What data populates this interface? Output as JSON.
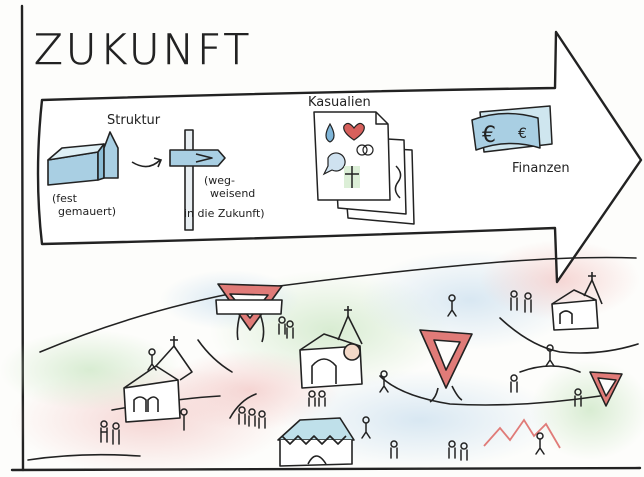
{
  "title": "ZUKUNFT",
  "arrow": {
    "struktur": "Struktur",
    "fest_1": "(fest",
    "fest_2": "gemauert)",
    "weg_1": "(weg-",
    "weg_2": "weisend",
    "weg_3": "in die Zukunft)",
    "kasualien": "Kasualien",
    "finanzen": "Finanzen"
  },
  "colors": {
    "ink": "#222222",
    "sign_red": "#e07b78",
    "church_blue": "#a9cfe3",
    "tent_blue": "#bfe0ea",
    "money_blue": "#cfe6ef",
    "drop_blue": "#7fb5d8",
    "heart_red": "#d7605c",
    "cross_green": "#cde8c6"
  },
  "icons": [
    "church-icon",
    "cross-signpost-icon",
    "document-icon",
    "banknote-icon",
    "red-triangle-sign-icon",
    "people-icon",
    "tent-icon",
    "mountain-icon"
  ]
}
